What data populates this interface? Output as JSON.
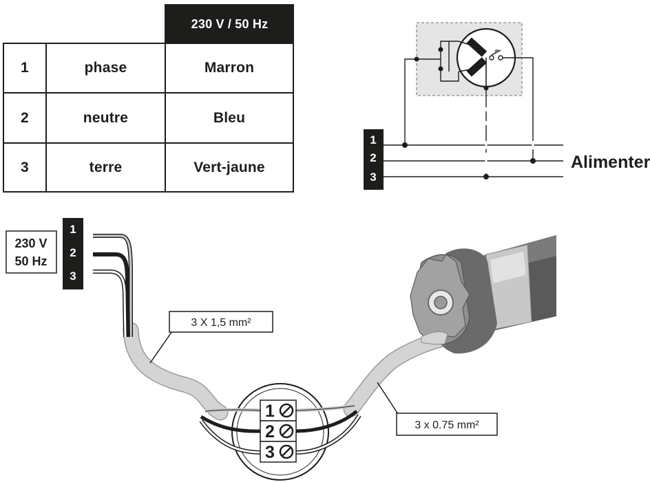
{
  "table": {
    "header": "230 V / 50 Hz",
    "rows": [
      {
        "num": "1",
        "name": "phase",
        "color": "Marron"
      },
      {
        "num": "2",
        "name": "neutre",
        "color": "Bleu"
      },
      {
        "num": "3",
        "name": "terre",
        "color": "Vert-jaune"
      }
    ]
  },
  "schematic": {
    "terminals": [
      "1",
      "2",
      "3"
    ],
    "supply_label": "Alimenter"
  },
  "wiring": {
    "voltage_line1": "230 V",
    "voltage_line2": "50 Hz",
    "terminals": [
      "1",
      "2",
      "3"
    ],
    "supply_cable_label": "3 X 1,5 mm²",
    "motor_cable_label": "3 x 0.75 mm²",
    "junction_terminals": [
      "1",
      "2",
      "3"
    ]
  },
  "colors": {
    "ink": "#1d1d1b",
    "cable_sheath": "#d4d4d4",
    "motor_body": "#5a5a5a",
    "schematic_box": "#e5e5e5"
  }
}
